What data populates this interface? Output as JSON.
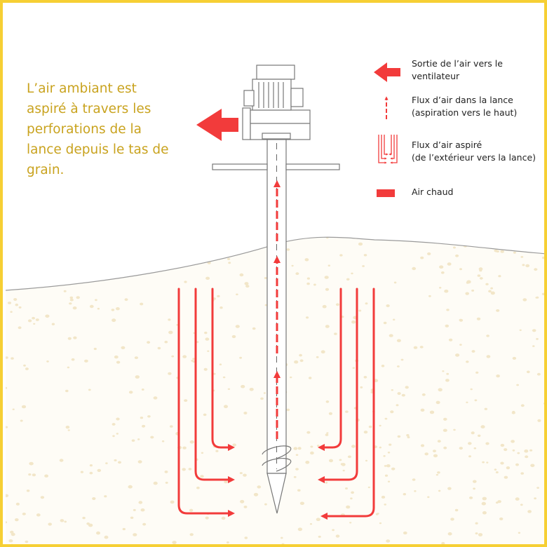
{
  "colors": {
    "border": "#f6cf34",
    "intro_text": "#c9a31f",
    "air_flow": "#f23b3b",
    "line_art": "#777777",
    "ground_dots": "#f2e6c8"
  },
  "intro_text": "L’air ambiant est\naspiré à travers les\nperforations de la\nlance depuis le tas de\ngrain.",
  "legend": [
    {
      "id": "exhaust",
      "icon": "exhaust-arrow-icon",
      "label": "Sortie de l’air vers le\nventilateur"
    },
    {
      "id": "lance-flow",
      "icon": "upward-dashed-arrow-icon",
      "label": "Flux d’air dans la lance\n(aspiration vers le haut)"
    },
    {
      "id": "sucked-flow",
      "icon": "inward-flow-arrows-icon",
      "label": "Flux d’air aspiré\n(de l’extérieur vers la lance)"
    },
    {
      "id": "hot-air",
      "icon": "hot-air-bar-icon",
      "label": "Air chaud"
    }
  ],
  "diagram": {
    "equipment": [
      "motor",
      "fan-housing",
      "exhaust-outlet",
      "handle-bar",
      "lance-tube",
      "auger-spiral",
      "lance-tip"
    ],
    "ground": "grain-pile"
  }
}
